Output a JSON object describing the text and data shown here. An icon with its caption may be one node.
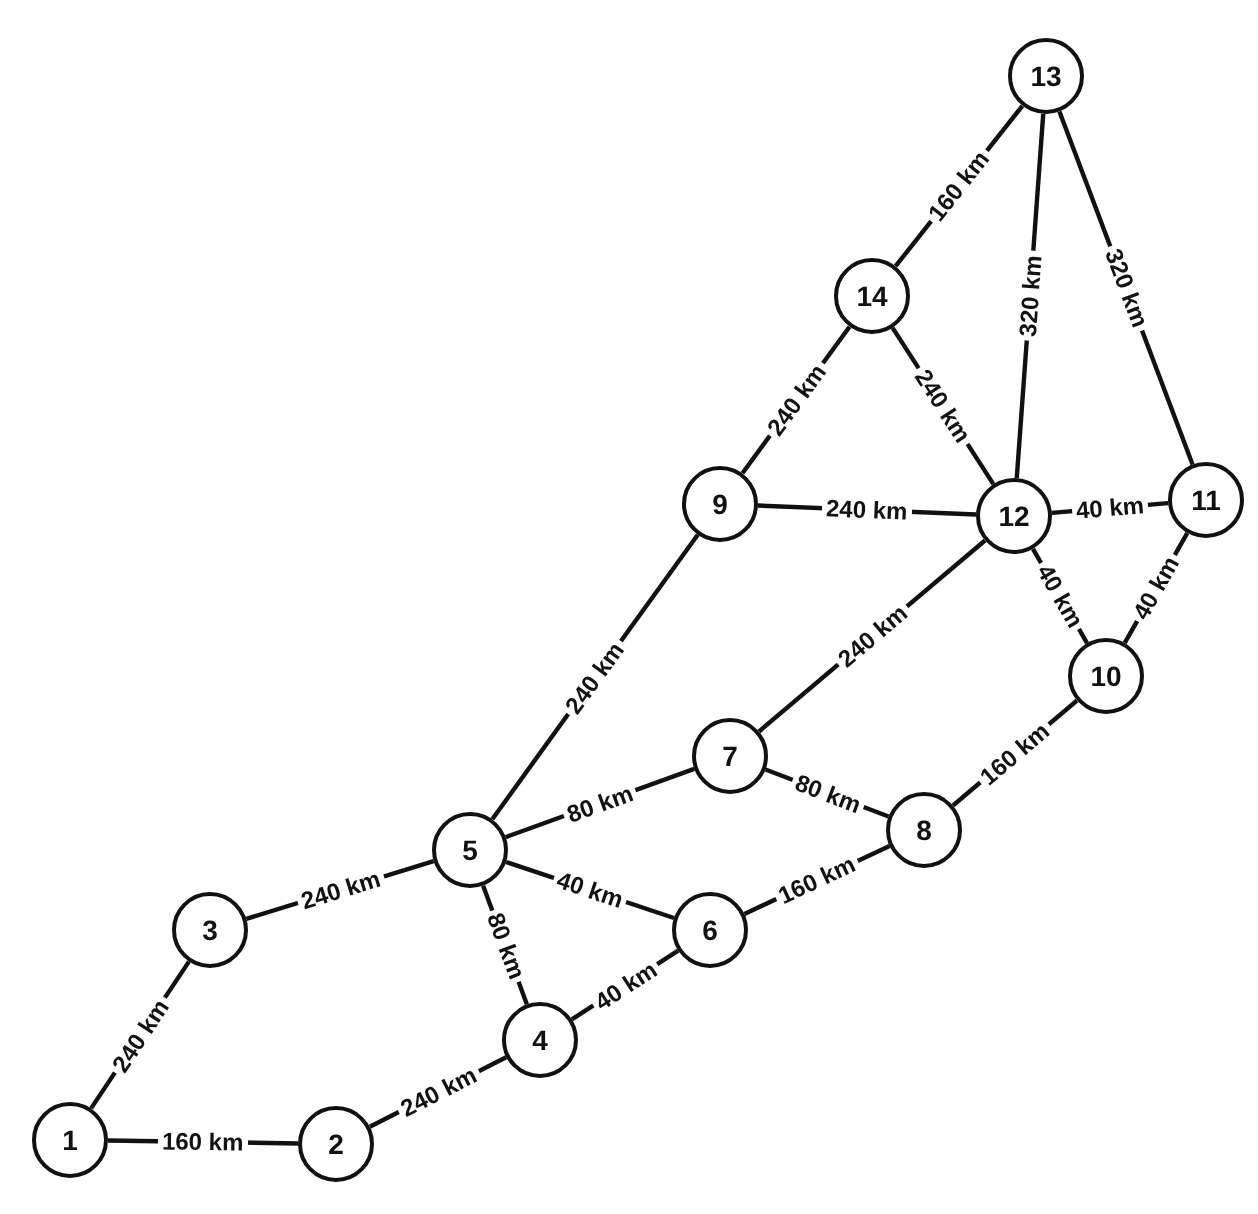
{
  "diagram": {
    "nodes": [
      {
        "text": [
          "1"
        ]
      },
      {
        "text": [
          "2"
        ]
      },
      {
        "text": [
          "3"
        ]
      },
      {
        "text": [
          "4"
        ]
      },
      {
        "text": [
          "5"
        ]
      },
      {
        "text": [
          "6"
        ]
      },
      {
        "text": [
          "7"
        ]
      },
      {
        "text": [
          "8"
        ]
      },
      {
        "text": [
          "9"
        ]
      },
      {
        "text": [
          "10"
        ]
      },
      {
        "text": [
          "11"
        ]
      },
      {
        "text": [
          "12"
        ]
      },
      {
        "text": [
          "13"
        ]
      },
      {
        "text": [
          "14"
        ]
      }
    ],
    "edges": [
      {
        "from": 0,
        "to": 2,
        "arrow": "none",
        "label": "240 km"
      },
      {
        "from": 0,
        "to": 1,
        "arrow": "none",
        "label": "160 km"
      },
      {
        "from": 1,
        "to": 3,
        "arrow": "none",
        "label": "240 km"
      },
      {
        "from": 2,
        "to": 4,
        "arrow": "none",
        "label": "240 km"
      },
      {
        "from": 4,
        "to": 3,
        "arrow": "none",
        "label": "80 km"
      },
      {
        "from": 3,
        "to": 5,
        "arrow": "none",
        "label": "40 km"
      },
      {
        "from": 4,
        "to": 5,
        "arrow": "none",
        "label": "40 km"
      },
      {
        "from": 4,
        "to": 6,
        "arrow": "none",
        "label": "80 km"
      },
      {
        "from": 4,
        "to": 8,
        "arrow": "none",
        "label": "240 km"
      },
      {
        "from": 5,
        "to": 7,
        "arrow": "none",
        "label": "160 km"
      },
      {
        "from": 6,
        "to": 7,
        "arrow": "none",
        "label": "80 km"
      },
      {
        "from": 6,
        "to": 11,
        "arrow": "none",
        "label": "240 km"
      },
      {
        "from": 7,
        "to": 9,
        "arrow": "none",
        "label": "160 km"
      },
      {
        "from": 8,
        "to": 11,
        "arrow": "none",
        "label": "240 km"
      },
      {
        "from": 8,
        "to": 13,
        "arrow": "none",
        "label": "240 km"
      },
      {
        "from": 13,
        "to": 12,
        "arrow": "none",
        "label": "160 km"
      },
      {
        "from": 13,
        "to": 11,
        "arrow": "none",
        "label": "240 km"
      },
      {
        "from": 12,
        "to": 11,
        "arrow": "none",
        "label": "320 km"
      },
      {
        "from": 12,
        "to": 10,
        "arrow": "none",
        "label": "320 km"
      },
      {
        "from": 11,
        "to": 10,
        "arrow": "none",
        "label": "40 km"
      },
      {
        "from": 11,
        "to": 9,
        "arrow": "none",
        "label": "40 km"
      },
      {
        "from": 9,
        "to": 10,
        "arrow": "none",
        "label": "40 km"
      }
    ]
  }
}
